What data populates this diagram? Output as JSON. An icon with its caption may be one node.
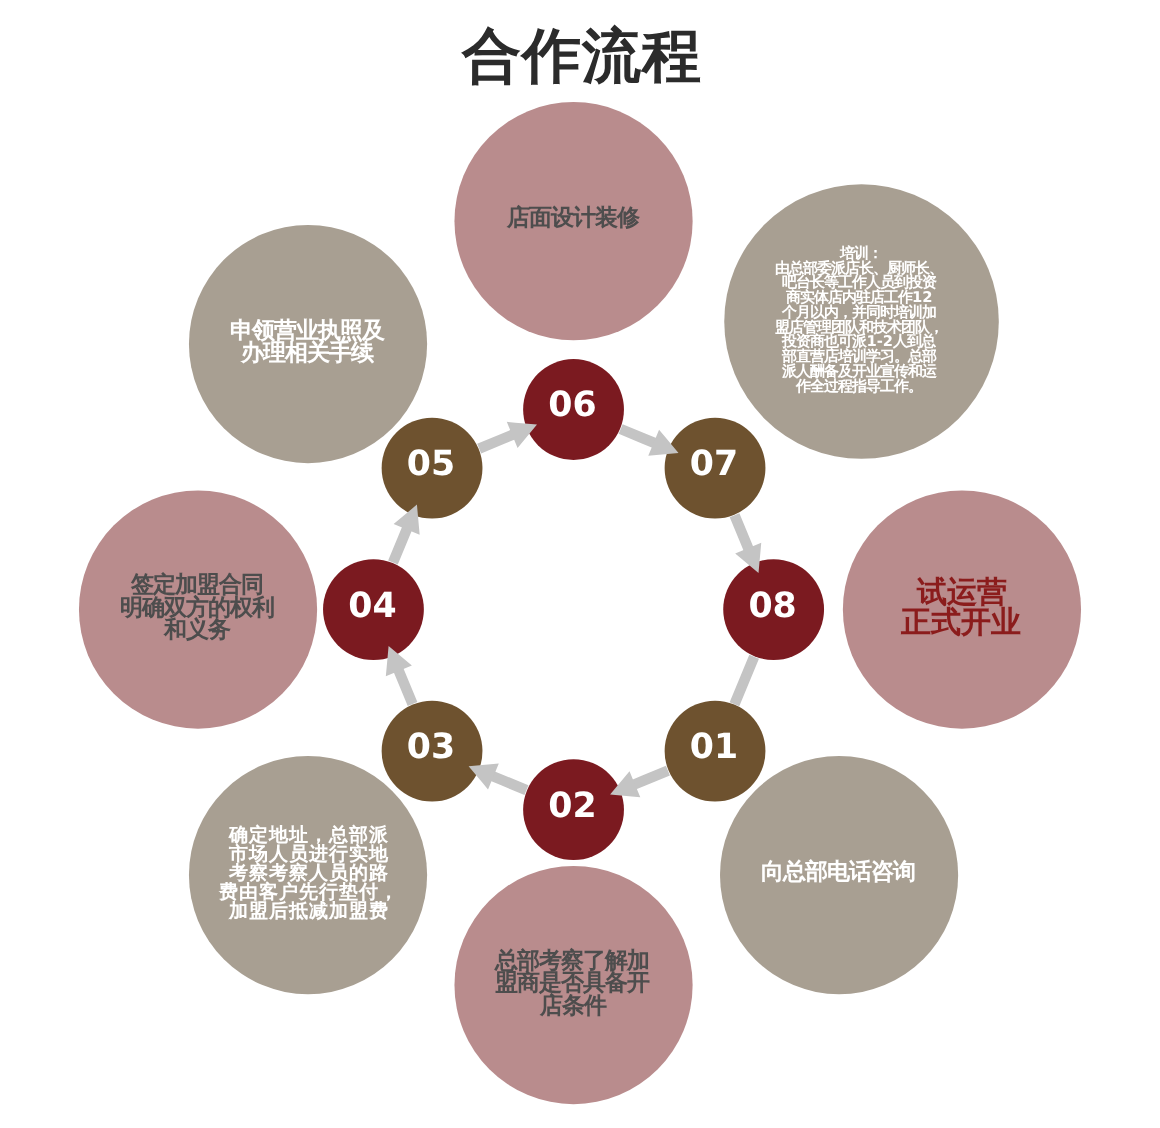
{
  "diagram": {
    "title": "合作流程",
    "nodes": [
      {
        "text": [
          "01"
        ]
      },
      {
        "text": [
          "02"
        ]
      },
      {
        "text": [
          "03"
        ]
      },
      {
        "text": [
          "04"
        ]
      },
      {
        "text": [
          "05"
        ]
      },
      {
        "text": [
          "06"
        ]
      },
      {
        "text": [
          "07"
        ]
      },
      {
        "text": [
          "08"
        ]
      },
      {
        "text": [
          "向总部电话咨询"
        ]
      },
      {
        "text": [
          "总部考察了解加盟商是否具备开店条件"
        ]
      },
      {
        "text": [
          "确定地址，总部派市场人员进行实地考察考察人员的路费由客户先行垫付，加盟后抵减加盟费"
        ]
      },
      {
        "text": [
          "签定加盟合同",
          "明确双方的权利和义务"
        ]
      },
      {
        "text": [
          "申领营业执照及办理相关手续"
        ]
      },
      {
        "text": [
          "店面设计装修"
        ]
      },
      {
        "text": [
          "培训：",
          "由总部委派店长、厨师长、吧台长等工作人员到投资商实体店内驻店工作12个月以内，并同时培训加盟店管理团队和技术团队，投资商也可派1-2人到总部直营店培训学习。总部派人酬备及开业宣传和运作全过程指导工作。"
        ]
      },
      {
        "text": [
          "试运营",
          "正式开业"
        ]
      }
    ],
    "edges": [
      {
        "from": 0,
        "to": 1,
        "arrow": "to"
      },
      {
        "from": 1,
        "to": 2,
        "arrow": "to"
      },
      {
        "from": 2,
        "to": 3,
        "arrow": "to"
      },
      {
        "from": 3,
        "to": 4,
        "arrow": "to"
      },
      {
        "from": 4,
        "to": 5,
        "arrow": "to"
      },
      {
        "from": 5,
        "to": 6,
        "arrow": "to"
      },
      {
        "from": 6,
        "to": 7,
        "arrow": "to"
      },
      {
        "from": 7,
        "to": 0,
        "arrow": "none"
      }
    ]
  }
}
